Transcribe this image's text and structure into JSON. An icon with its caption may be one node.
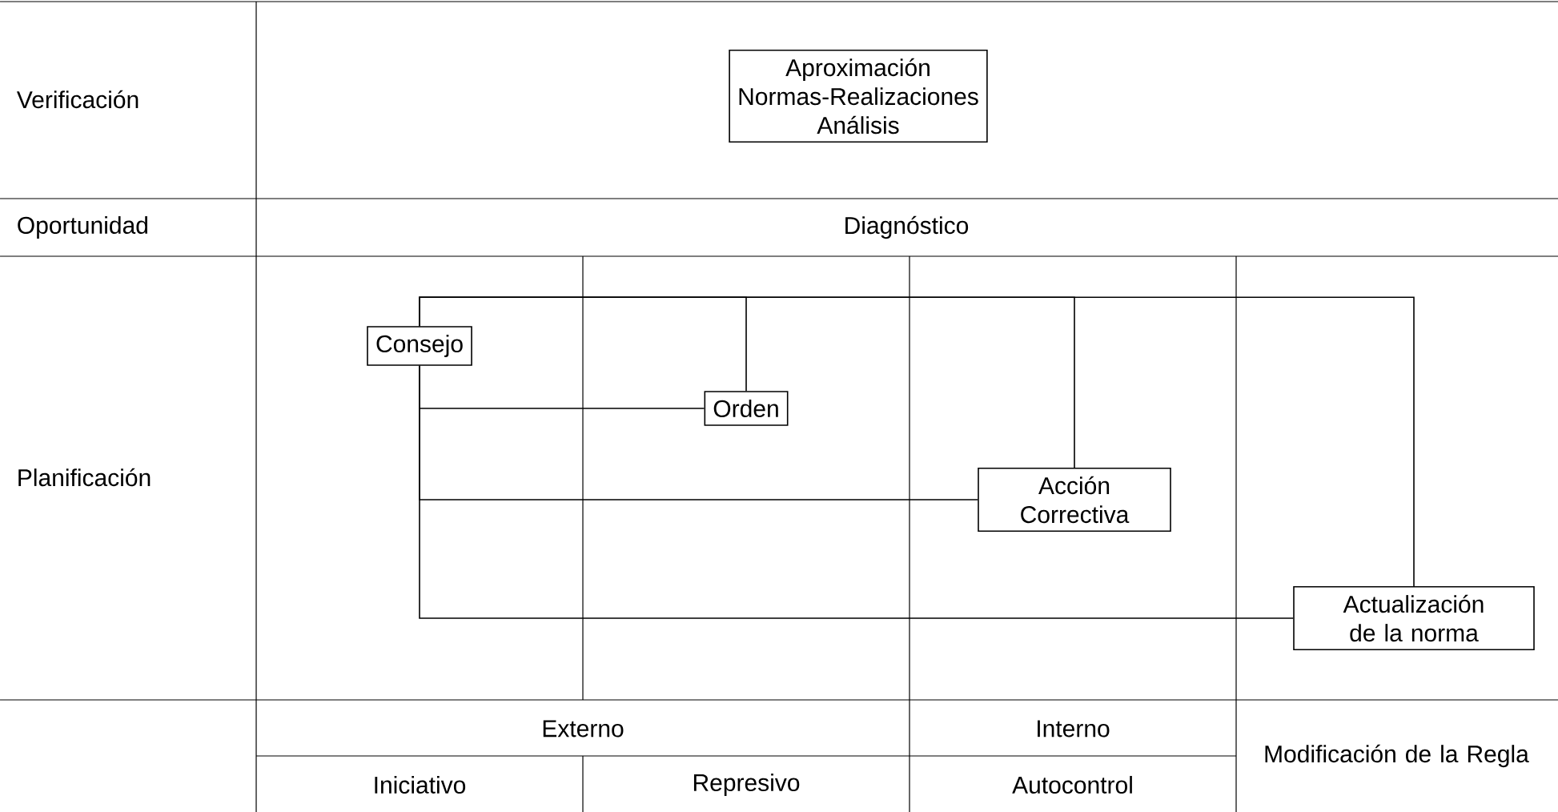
{
  "diagram": {
    "nodes": [
      {
        "text": [
          "Aproximación",
          "Normas-Realizaciones",
          "Análisis"
        ]
      },
      {
        "text": [
          "Consejo"
        ]
      },
      {
        "text": [
          "Orden"
        ]
      },
      {
        "text": [
          "Acción Correctiva"
        ]
      },
      {
        "text": [
          "Actualización de la norma"
        ]
      }
    ],
    "edges": [
      {
        "from": 1,
        "to": 2,
        "arrow": "none"
      },
      {
        "from": 1,
        "to": 3,
        "arrow": "none"
      },
      {
        "from": 1,
        "to": 4,
        "arrow": "none"
      },
      {
        "from": 1,
        "to": 2,
        "arrow": "none"
      },
      {
        "from": 1,
        "to": 3,
        "arrow": "none"
      },
      {
        "from": 1,
        "to": 4,
        "arrow": "none"
      }
    ],
    "labels": [
      "Verificación",
      "Oportunidad",
      "Diagnóstico",
      "Planificación",
      "Externo",
      "Interno",
      "Modificación de la Regla",
      "Iniciativo",
      "Represivo",
      "Autocontrol"
    ]
  }
}
